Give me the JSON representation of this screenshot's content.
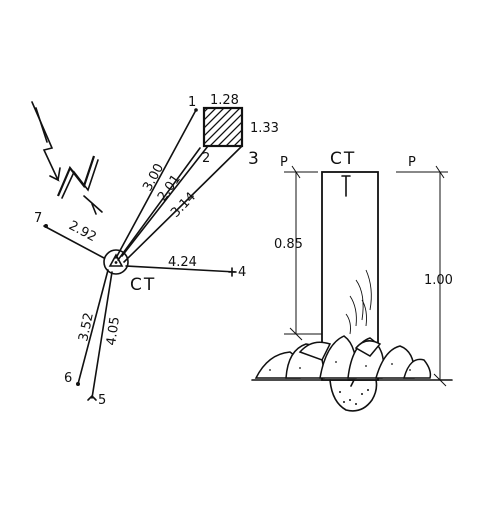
{
  "plan": {
    "station_label": "CT",
    "points": {
      "p1": "1",
      "p2": "2",
      "p3": "3",
      "p4": "4",
      "p5": "5",
      "p6": "6",
      "p7": "7"
    },
    "distances": {
      "to_p1": "3.00",
      "to_p2": "2.01",
      "to_p3": "3.14",
      "to_p4": "4.24",
      "to_p5": "4.05",
      "to_p6": "3.52",
      "to_p7": "2.92"
    },
    "building_dims": {
      "width": "1.28",
      "height": "1.33"
    }
  },
  "section": {
    "title": "CT",
    "left_label": "P",
    "right_label": "P",
    "depth_label": "0.85",
    "total_height_label": "1.00"
  }
}
